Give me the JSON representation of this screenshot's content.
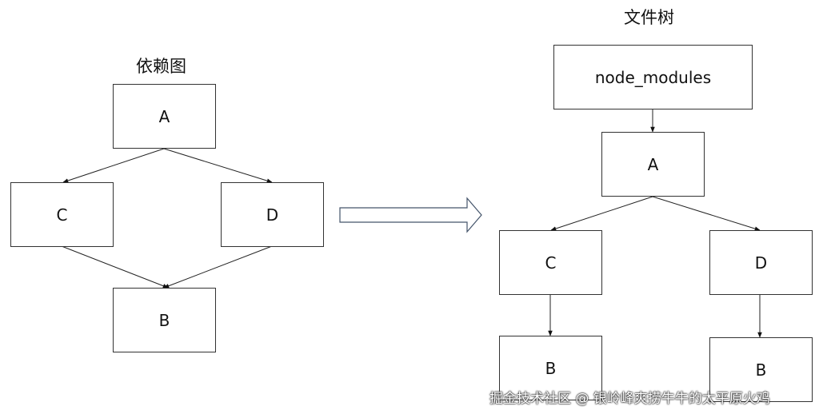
{
  "left_diagram": {
    "title": "依赖图",
    "nodes": {
      "a": "A",
      "c": "C",
      "d": "D",
      "b": "B"
    }
  },
  "right_diagram": {
    "title": "文件树",
    "nodes": {
      "root": "node_modules",
      "a": "A",
      "c": "C",
      "d": "D",
      "b1": "B",
      "b2": "B"
    }
  },
  "watermark": "掘金技术社区 @ 银岭峰爽捞牛牛的太平原火鸡"
}
